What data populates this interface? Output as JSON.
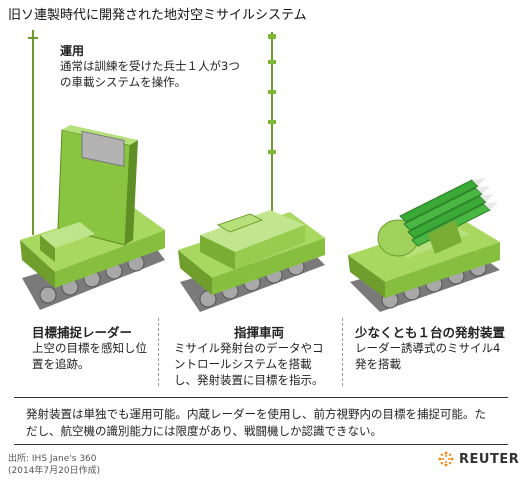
{
  "title": "旧ソ連製時代に開発された地対空ミサイルシステム",
  "operation": {
    "heading": "運用",
    "body": "通常は訓練を受けた兵士１人が3つの車載システムを操作。"
  },
  "vehicles": [
    {
      "heading": "目標捕捉レーダー",
      "body": "上空の目標を感知し位置を追跡。"
    },
    {
      "heading": "指揮車両",
      "body": "ミサイル発射台のデータやコントロールシステムを搭載し、発射装置に目標を指示。"
    },
    {
      "heading": "少なくとも１台の発射装置",
      "body": "レーダー誘導式のミサイル4発を搭載"
    }
  ],
  "note": "発射装置は単独でも運用可能。内蔵レーダーを使用し、前方視野内の目標を捕捉可能。ただし、航空機の識別能力には限度があり、戦闘機しか認識できない。",
  "source": {
    "line1": "出所: IHS Jane's 360",
    "line2": "(2014年7月20日作成)"
  },
  "brand": "REUTERS",
  "colors": {
    "vehicle_green": "#8cc63f",
    "vehicle_dark": "#5d8a22",
    "wheel_gray": "#8a8a8a",
    "missile_green": "#3aa935"
  }
}
